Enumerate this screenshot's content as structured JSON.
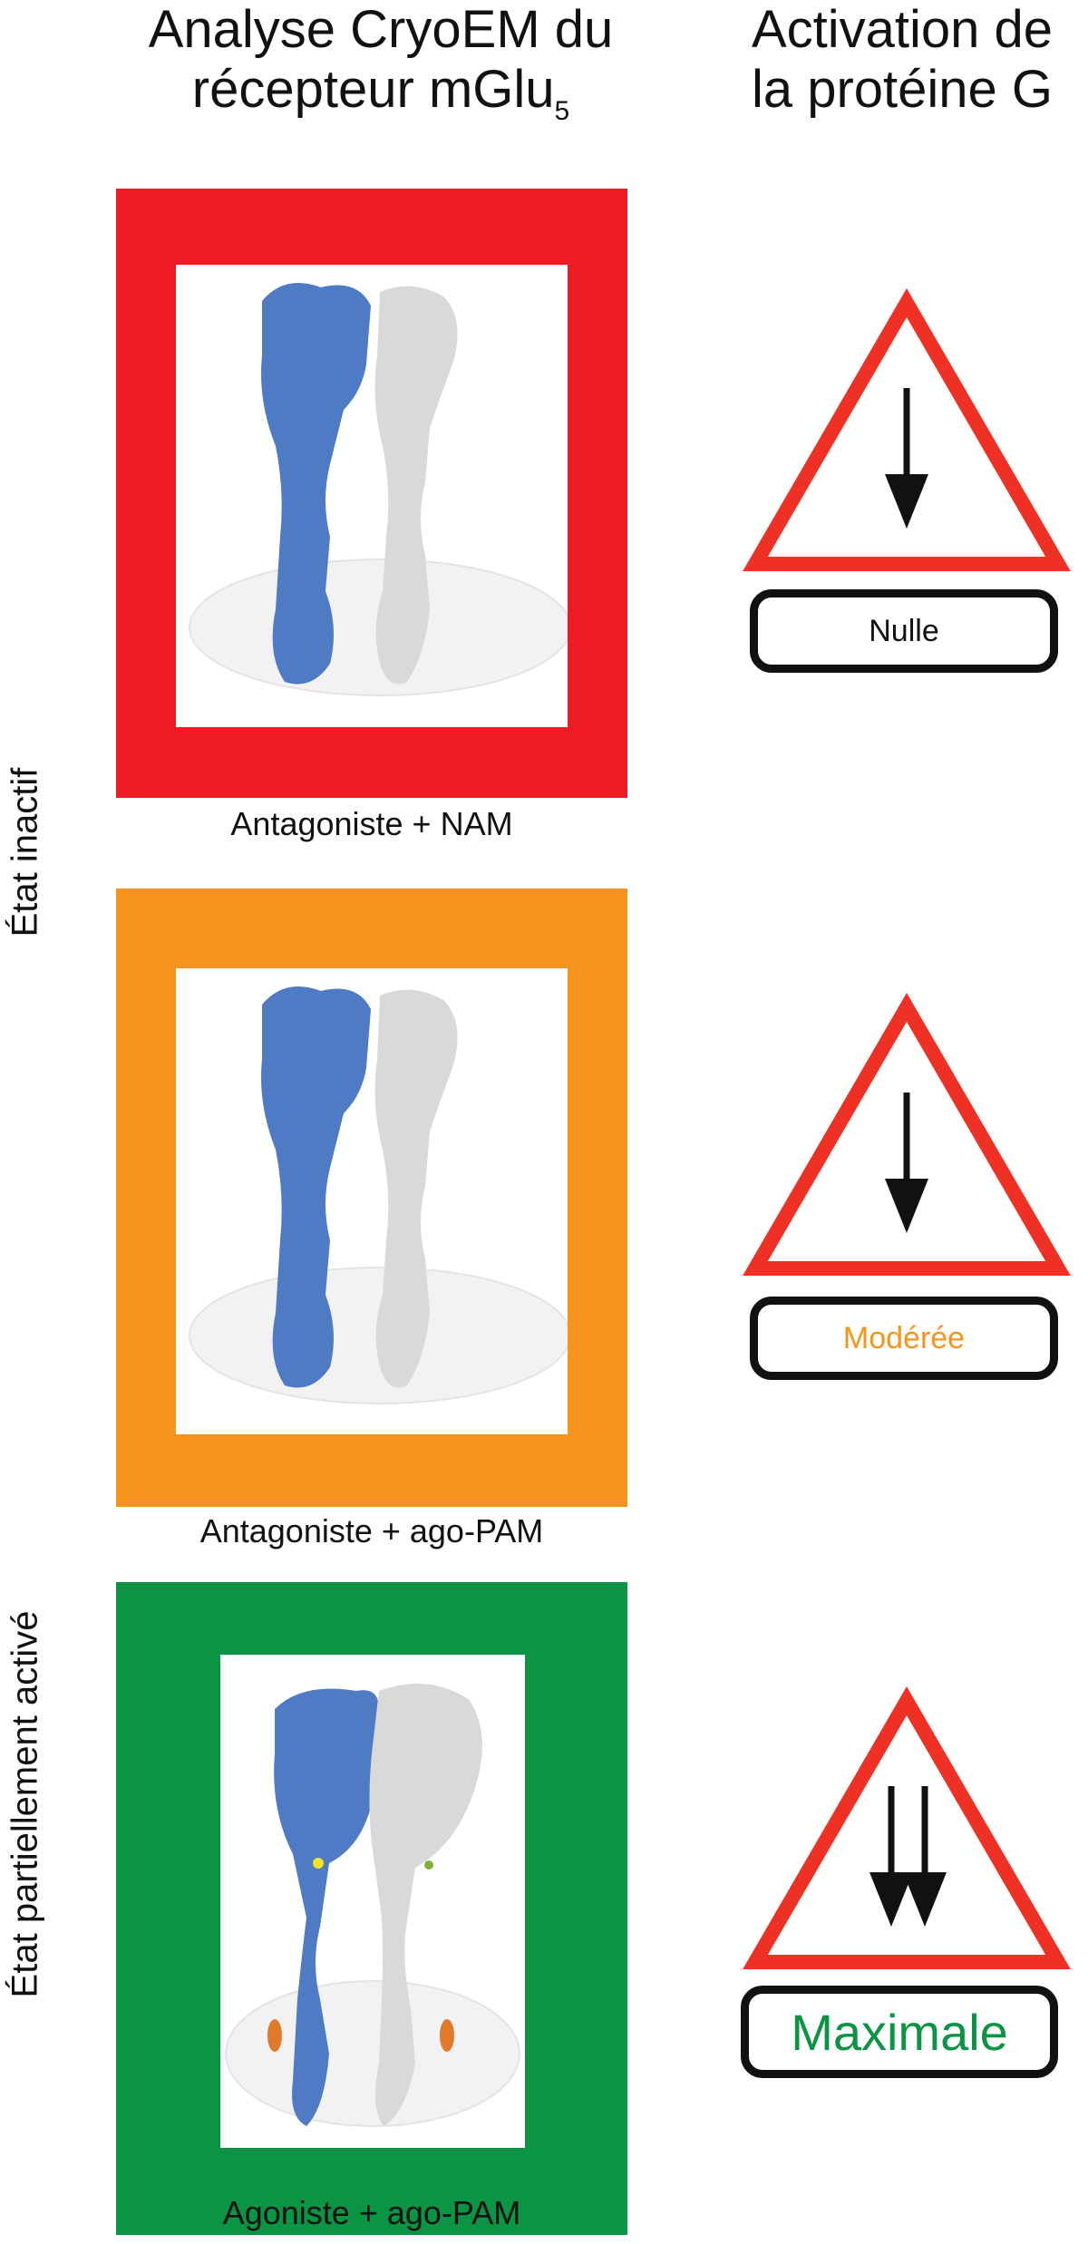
{
  "header": {
    "left_line1": "Analyse CryoEM  du",
    "left_line2": "récepteur mGlu",
    "left_subscript": "5",
    "right_line1": "Activation de",
    "right_line2": "la protéine G"
  },
  "side_labels": {
    "inactive": "État inactif",
    "partial": "État partiellement activé"
  },
  "panels": [
    {
      "border_color": "#ed1c24",
      "caption": "Antagoniste + NAM",
      "status": "Nulle",
      "status_color": "#111111",
      "arrows": 1
    },
    {
      "border_color": "#f7941d",
      "caption": "Antagoniste + ago-PAM",
      "status": "Modérée",
      "status_color": "#f7941d",
      "arrows": 1
    },
    {
      "border_color": "#0a9444",
      "caption": "Agoniste + ago-PAM",
      "status": "Maximale",
      "status_color": "#0a9444",
      "arrows": 2
    }
  ],
  "colors": {
    "triangle_stroke": "#ee3124",
    "protein_blue": "#4f7bc4",
    "protein_grey": "#d9d9d9"
  },
  "icons": [
    "warning-triangle-icon",
    "down-arrow-icon"
  ]
}
